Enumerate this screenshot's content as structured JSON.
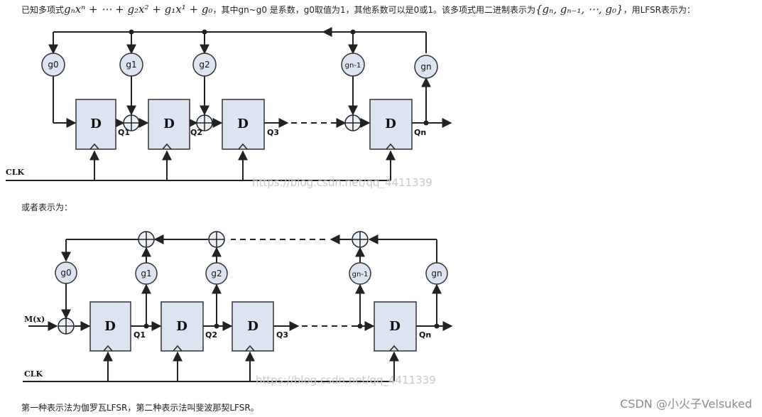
{
  "intro": {
    "prefix": "已知多项式",
    "poly": "gₙxⁿ + ⋯ + g₂x² + g₁x¹ + g₀",
    "middle": "，其中gn~g0 是系数，g0取值为1，其他系数可以是0或1。该多项式用二进制表示为",
    "vector": "{gₙ, gₙ₋₁, ⋯, g₀}",
    "suffix": "，用LFSR表示为："
  },
  "or_line": "或者表示为：",
  "conclusion": "第一种表示法为伽罗瓦LFSR，第二种表示法叫斐波那契LFSR。",
  "brand": "CSDN @小火子Velsuked",
  "diagram1": {
    "register_label": "D",
    "clock_label": "CLK",
    "coefficients": [
      "g0",
      "g1",
      "g2",
      "gn-1",
      "gn"
    ],
    "outputs": [
      "Q1",
      "Q2",
      "Q3",
      "Qn"
    ],
    "watermark": "https://blog.csdn.net/qq_4411339"
  },
  "diagram2": {
    "register_label": "D",
    "clock_label": "CLK",
    "input_label": "M(x)",
    "coefficients": [
      "g0",
      "g1",
      "g2",
      "gn-1",
      "gn"
    ],
    "outputs": [
      "Q1",
      "Q2",
      "Q3",
      "Qn"
    ],
    "watermark": "https://blog.csdn.net/qq_4411339"
  }
}
